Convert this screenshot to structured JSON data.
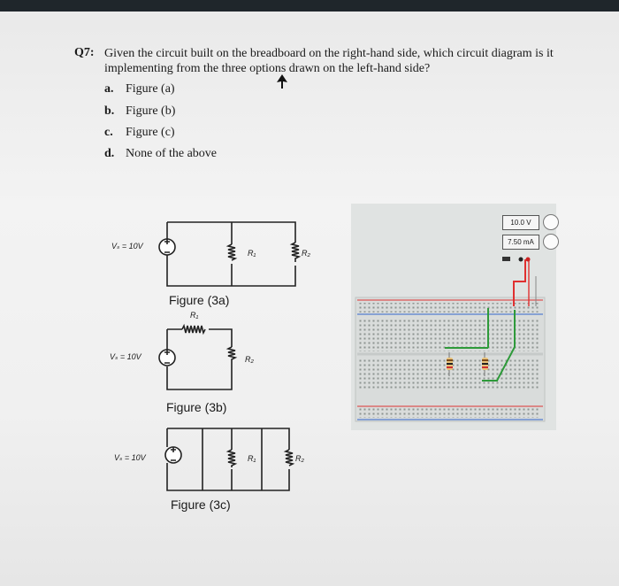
{
  "question": {
    "number": "Q7:",
    "text": "Given the circuit built on the breadboard on the right-hand side, which circuit diagram is it implementing from the three options drawn on the left-hand side?"
  },
  "options": [
    {
      "letter": "a.",
      "text": "Figure (a)"
    },
    {
      "letter": "b.",
      "text": "Figure (b)"
    },
    {
      "letter": "c.",
      "text": "Figure (c)"
    },
    {
      "letter": "d.",
      "text": "None of the above"
    }
  ],
  "figures": {
    "a": {
      "caption": "Figure (3a)",
      "source": "Vₛ = 10V",
      "r1": "R₁",
      "r2": "R₂"
    },
    "b": {
      "caption": "Figure (3b)",
      "source": "Vₛ = 10V",
      "r1": "R₁",
      "r2": "R₂"
    },
    "c": {
      "caption": "Figure (3c)",
      "source": "Vₛ = 10V",
      "r1": "R₁",
      "r2": "R₂"
    }
  },
  "breadboard": {
    "voltage": "10.0 V",
    "current": "7.50 mA"
  }
}
